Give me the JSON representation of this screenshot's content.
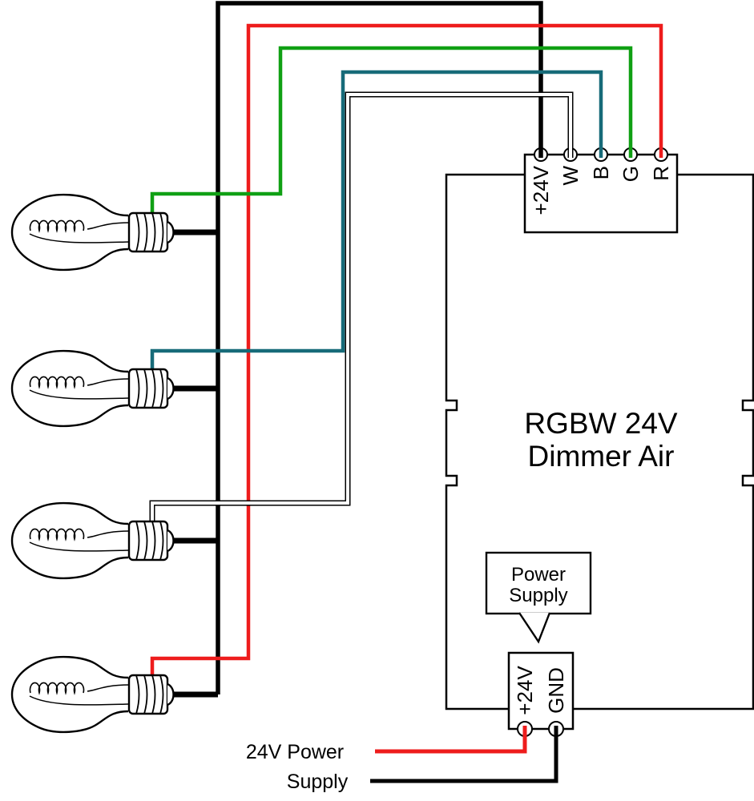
{
  "colors": {
    "black": "#000000",
    "red": "#ee1c1c",
    "green": "#10a014",
    "blue": "#176b79",
    "wire_white_inner": "#ffffff"
  },
  "device": {
    "title_line1": "RGBW 24V",
    "title_line2": "Dimmer Air"
  },
  "top_terminals": {
    "labels": [
      "+24V",
      "W",
      "B",
      "G",
      "R"
    ]
  },
  "power_terminals": {
    "labels": [
      "+24V",
      "GND"
    ]
  },
  "callout": {
    "line1": "Power",
    "line2": "Supply"
  },
  "source_label": {
    "line1": "24V Power",
    "line2": "Supply"
  }
}
